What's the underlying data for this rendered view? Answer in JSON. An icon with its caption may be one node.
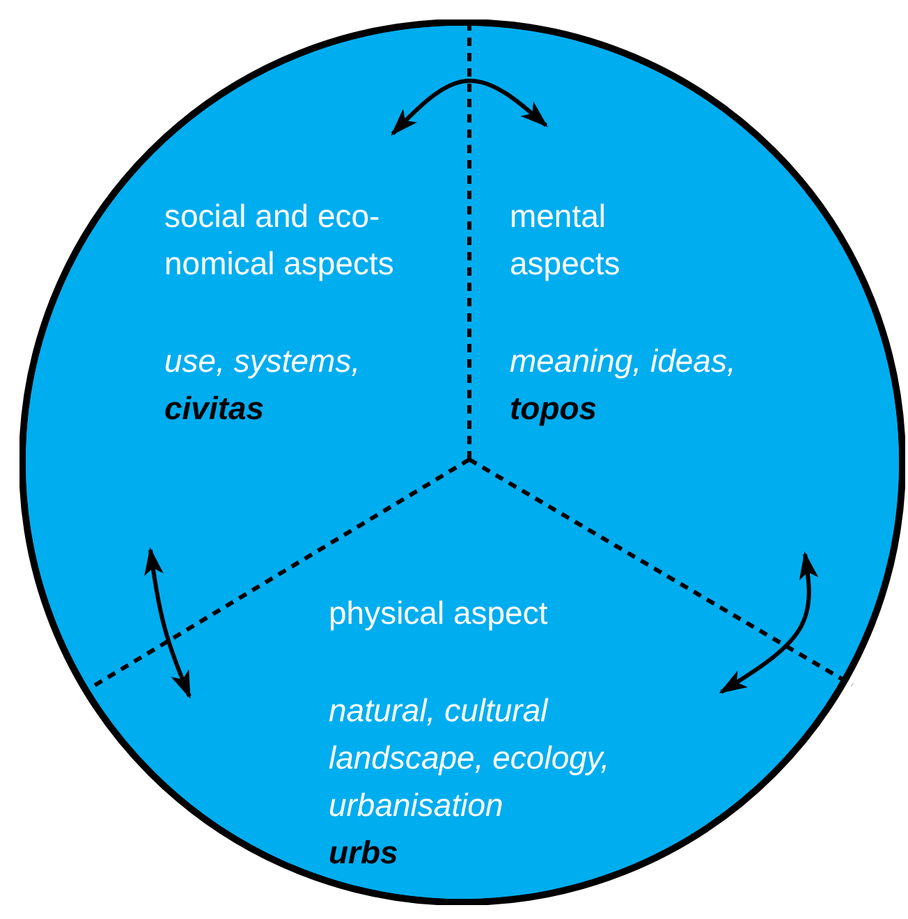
{
  "diagram": {
    "nodes": [
      {
        "text": [],
        "shape": "circle"
      },
      {
        "text": [
          "social and eco-nomical aspects",
          "use, systems,",
          "civitas"
        ],
        "in": 0
      },
      {
        "text": [
          "mental aspects",
          "meaning, ideas,",
          "topos"
        ],
        "in": 0
      },
      {
        "text": [
          "physical aspect",
          "natural, cultural landscape, ecology, urbanisation",
          "urbs"
        ],
        "in": 0
      }
    ],
    "edges": [
      {
        "from": 1,
        "to": 2,
        "arrow": "both"
      },
      {
        "from": 1,
        "to": 3,
        "arrow": "both"
      },
      {
        "from": 2,
        "to": 3,
        "arrow": "both"
      }
    ]
  }
}
